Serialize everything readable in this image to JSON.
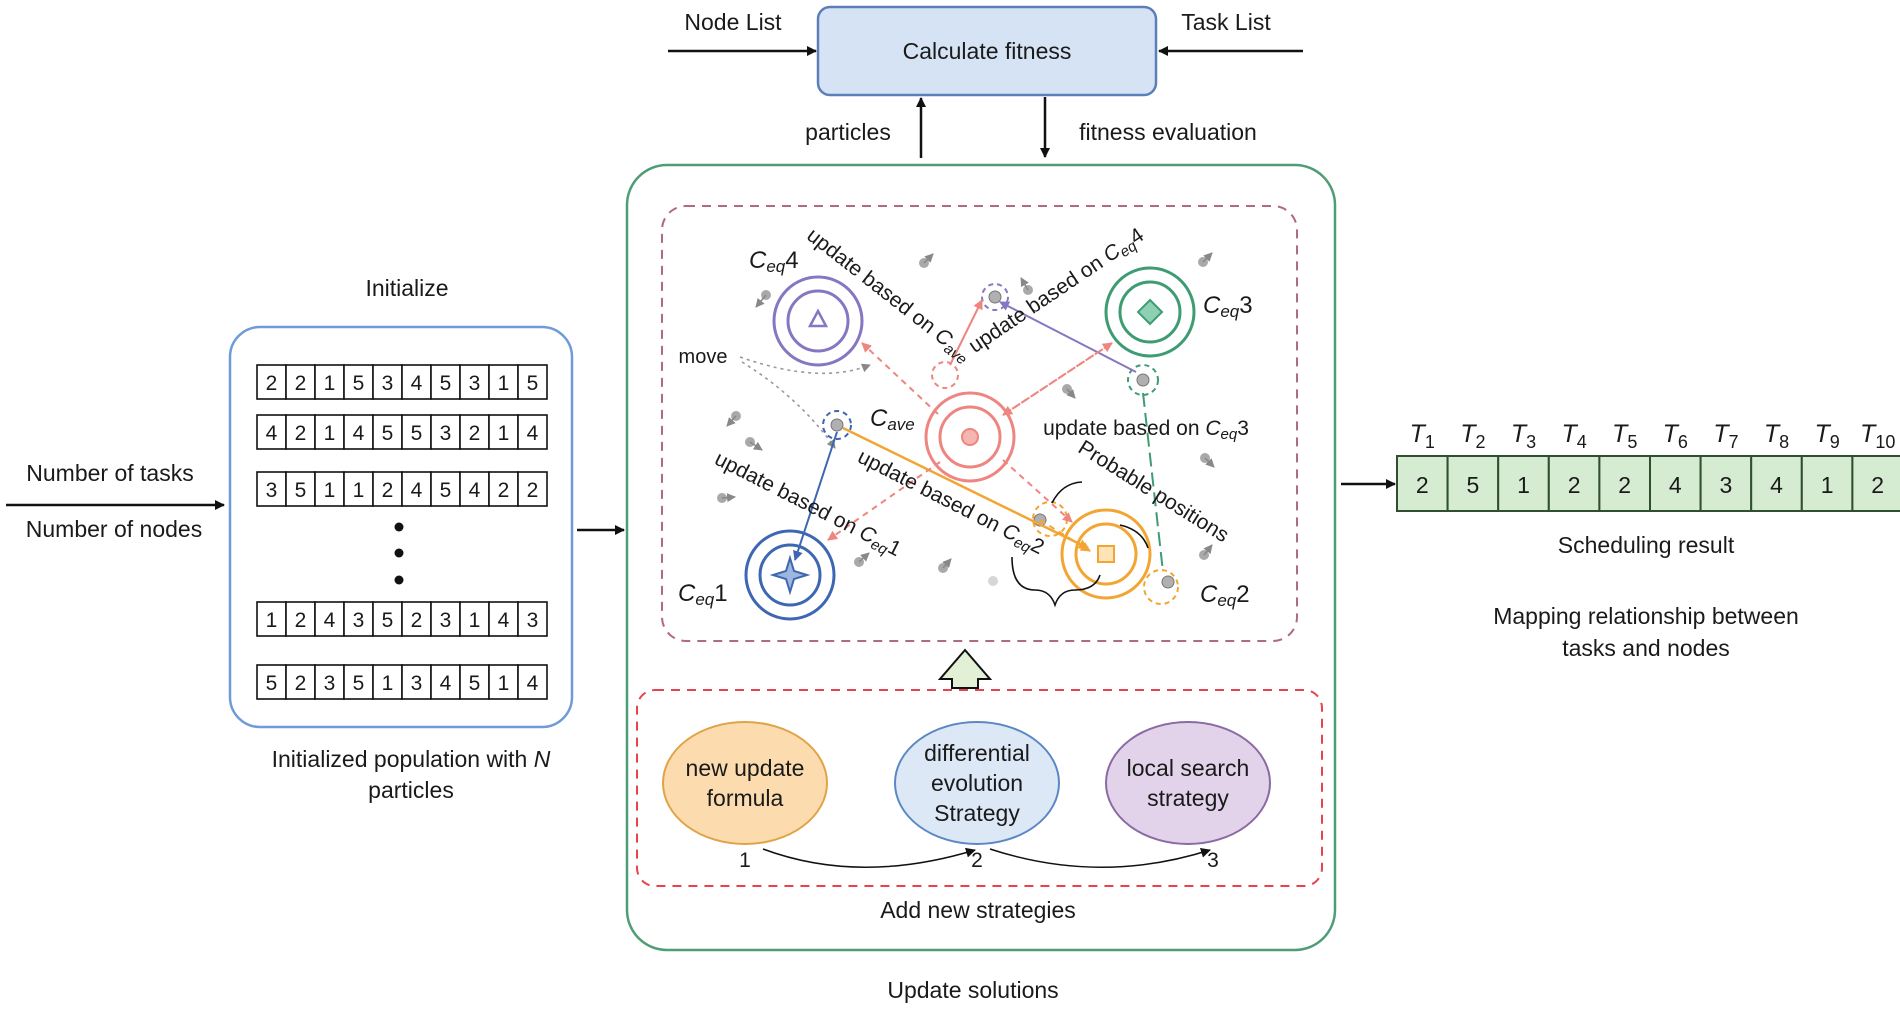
{
  "top": {
    "calc_box": "Calculate fitness",
    "node_list": "Node List",
    "task_list": "Task List",
    "particles": "particles",
    "fitness_evaluation": "fitness  evaluation"
  },
  "left": {
    "initialize": "Initialize",
    "number_of_tasks": "Number of tasks",
    "number_of_nodes": "Number of nodes",
    "caption_line1": "Initialized population with",
    "caption_N": "N",
    "caption_line2": "particles",
    "rows": [
      [
        "2",
        "2",
        "1",
        "5",
        "3",
        "4",
        "5",
        "3",
        "1",
        "5"
      ],
      [
        "4",
        "2",
        "1",
        "4",
        "5",
        "5",
        "3",
        "2",
        "1",
        "4"
      ],
      [
        "3",
        "5",
        "1",
        "1",
        "2",
        "4",
        "5",
        "4",
        "2",
        "2"
      ],
      [
        "1",
        "2",
        "4",
        "3",
        "5",
        "2",
        "3",
        "1",
        "4",
        "3"
      ],
      [
        "5",
        "2",
        "3",
        "5",
        "1",
        "3",
        "4",
        "5",
        "1",
        "4"
      ]
    ]
  },
  "center": {
    "update_solutions": "Update solutions",
    "add_new_strategies": "Add new strategies",
    "move": "move",
    "probable_positions": "Probable positions",
    "ceq": [
      {
        "base": "C",
        "sub": "eq",
        "num": "1"
      },
      {
        "base": "C",
        "sub": "eq",
        "num": "2"
      },
      {
        "base": "C",
        "sub": "eq",
        "num": "3"
      },
      {
        "base": "C",
        "sub": "eq",
        "num": "4"
      }
    ],
    "cave": {
      "base": "C",
      "sub": "ave"
    },
    "upd_cave": {
      "prefix": "update based on ",
      "base": "C",
      "sub": "ave"
    },
    "upd_ceq1": {
      "prefix": "update based on ",
      "base": "C",
      "sub": "eq",
      "num": "1"
    },
    "upd_ceq2": {
      "prefix": "update based on ",
      "base": "C",
      "sub": "eq",
      "num": "2"
    },
    "upd_ceq3": {
      "prefix": "update based on ",
      "base": "C",
      "sub": "eq",
      "num": "3"
    },
    "upd_ceq4": {
      "prefix": "update based on ",
      "base": "C",
      "sub": "eq",
      "num": "4"
    },
    "strategies": [
      {
        "line1": "new update",
        "line2": "formula",
        "line3": "",
        "num": "1",
        "fill": "#fcdcae",
        "stroke": "#e0a348"
      },
      {
        "line1": "differential",
        "line2": "evolution",
        "line3": "Strategy",
        "num": "2",
        "fill": "#dde8f7",
        "stroke": "#5b88c4"
      },
      {
        "line1": "local search",
        "line2": "strategy",
        "line3": "",
        "num": "3",
        "fill": "#e2d3ea",
        "stroke": "#8a6aa4"
      }
    ]
  },
  "right": {
    "tasks": [
      {
        "base": "T",
        "sub": "1"
      },
      {
        "base": "T",
        "sub": "2"
      },
      {
        "base": "T",
        "sub": "3"
      },
      {
        "base": "T",
        "sub": "4"
      },
      {
        "base": "T",
        "sub": "5"
      },
      {
        "base": "T",
        "sub": "6"
      },
      {
        "base": "T",
        "sub": "7"
      },
      {
        "base": "T",
        "sub": "8"
      },
      {
        "base": "T",
        "sub": "9"
      },
      {
        "base": "T",
        "sub": "10"
      }
    ],
    "values": [
      "2",
      "5",
      "1",
      "2",
      "2",
      "4",
      "3",
      "4",
      "1",
      "2"
    ],
    "scheduling_result": "Scheduling result",
    "mapping_line1": "Mapping relationship between",
    "mapping_line2": "tasks and nodes"
  },
  "colors": {
    "calc_fill": "#d6e3f5",
    "calc_stroke": "#5b7fb8",
    "init_stroke": "#6f9bd6",
    "update_stroke": "#4f9d76",
    "inner_dash": "#b06a83",
    "strategy_dash": "#e8424e",
    "result_fill": "#d6ecd2",
    "result_stroke": "#2f4f2f",
    "ceq1": "#3d67b2",
    "ceq2": "#f2a533",
    "ceq3": "#3e9c73",
    "ceq4": "#8776c1",
    "cave": "#ee8580",
    "up_arrow_fill": "#e2f0d6"
  }
}
